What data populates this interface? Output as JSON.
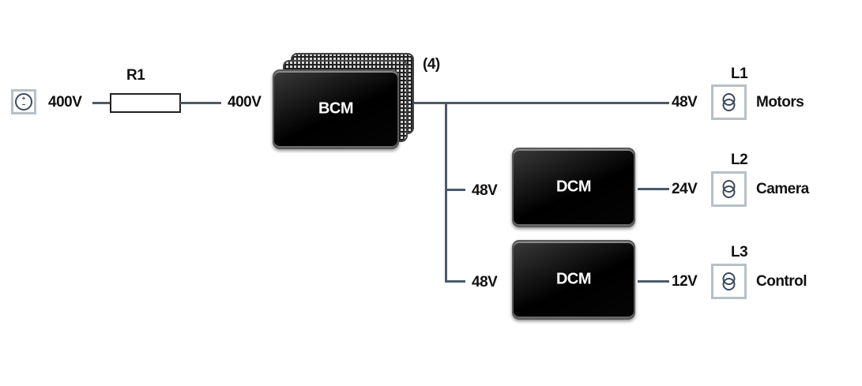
{
  "source": {
    "voltage": "400V",
    "icon": "dc-voltage-source-icon"
  },
  "resistor": {
    "label": "R1",
    "output_voltage": "400V"
  },
  "bcm": {
    "label": "BCM",
    "count": "(4)",
    "output_voltage": "48V"
  },
  "loads": [
    {
      "id": "L1",
      "name": "Motors",
      "voltage": "48V",
      "icon": "current-source-icon"
    },
    {
      "id": "L2",
      "name": "Camera",
      "voltage": "24V",
      "icon": "current-source-icon"
    },
    {
      "id": "L3",
      "name": "Control",
      "voltage": "12V",
      "icon": "current-source-icon"
    }
  ],
  "dcms": [
    {
      "label": "DCM",
      "input_voltage": "48V"
    },
    {
      "label": "DCM",
      "input_voltage": "48V"
    }
  ],
  "colors": {
    "wire": "#4a5a6a",
    "icon_stroke": "#3a4a5a",
    "icon_border": "#b8c0c6"
  }
}
